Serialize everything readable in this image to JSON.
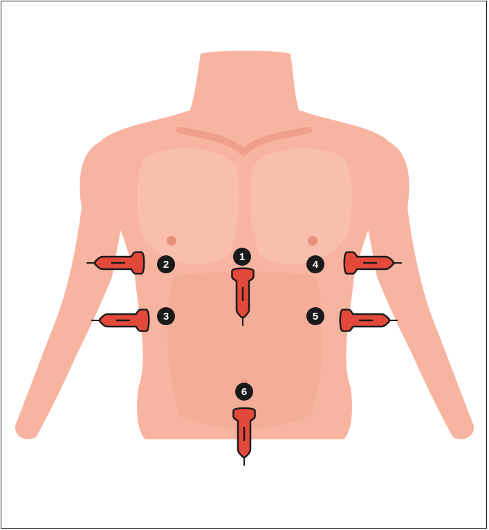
{
  "diagram": {
    "colors": {
      "skin": "#f7b4a0",
      "skin_shadow": "#eea08c",
      "skin_light": "#fcc6b4",
      "nipple": "#e8907c",
      "trocar_fill": "#e2493a",
      "outline": "#1a1a1a",
      "badge": "#1a1a1a"
    },
    "ports": [
      {
        "label": "1",
        "orientation": "down"
      },
      {
        "label": "2",
        "orientation": "left"
      },
      {
        "label": "3",
        "orientation": "left"
      },
      {
        "label": "4",
        "orientation": "right"
      },
      {
        "label": "5",
        "orientation": "right"
      },
      {
        "label": "6",
        "orientation": "down"
      }
    ]
  }
}
